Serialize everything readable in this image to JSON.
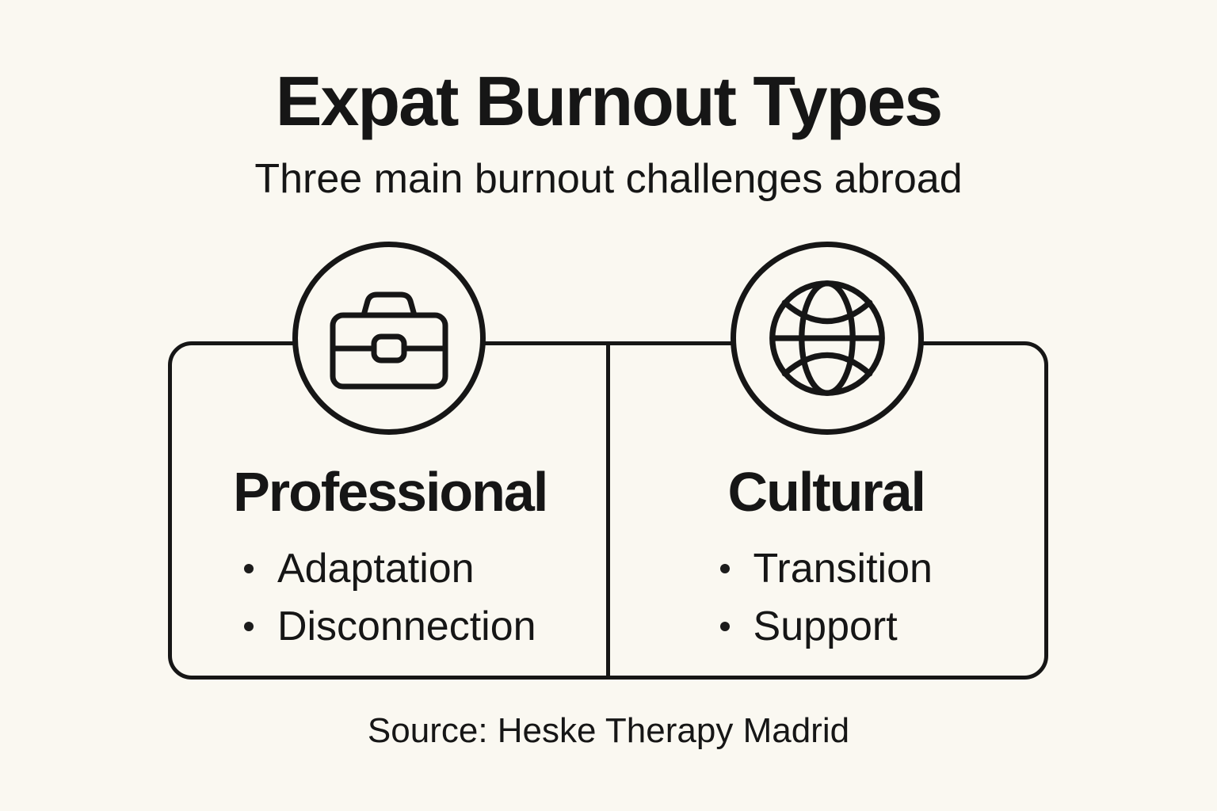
{
  "header": {
    "title": "Expat Burnout Types",
    "subtitle": "Three main burnout challenges abroad"
  },
  "cards": [
    {
      "id": "professional",
      "icon": "briefcase-icon",
      "heading": "Professional",
      "bullets": [
        "Adaptation",
        "Disconnection"
      ]
    },
    {
      "id": "cultural",
      "icon": "globe-icon",
      "heading": "Cultural",
      "bullets": [
        "Transition",
        "Support"
      ]
    }
  ],
  "footer": {
    "source": "Source: Heske Therapy Madrid"
  },
  "colors": {
    "background": "#FAF8F1",
    "ink": "#161616"
  }
}
